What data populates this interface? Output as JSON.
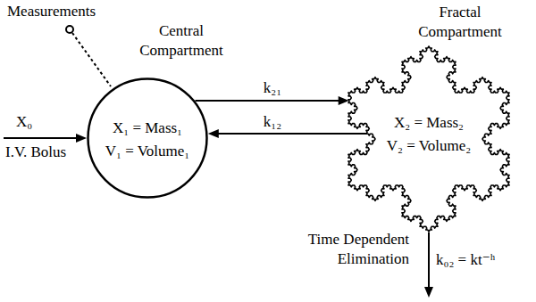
{
  "diagram": {
    "nodes": [
      {
        "text": [
          "Central Compartment",
          "X₁ = Mass₁",
          "V₁ = Volume₁"
        ]
      },
      {
        "text": [
          "Fractal Compartment",
          "X₂ = Mass₂",
          "V₂ = Volume₂"
        ]
      }
    ],
    "edges": [
      {
        "from": 0,
        "to": 1,
        "label": "k₂₁",
        "arrow": "to"
      },
      {
        "from": 1,
        "to": 0,
        "label": "k₁₂",
        "arrow": "to"
      }
    ],
    "labels": [
      "Measurements",
      "X₀",
      "I.V. Bolus",
      "Time Dependent Elimination",
      "k₀₂ = kt⁻ʰ"
    ]
  }
}
